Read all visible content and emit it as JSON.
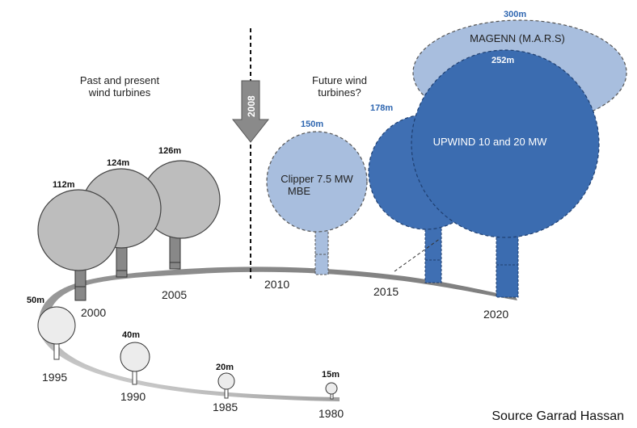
{
  "headings": {
    "past_line1": "Past and present",
    "past_line2": "wind turbines",
    "future_line1": "Future wind",
    "future_line2": "turbines?"
  },
  "divider_year": "2008",
  "timeline_years": [
    "1980",
    "1985",
    "1990",
    "1995",
    "2000",
    "2005",
    "2010",
    "2015",
    "2020"
  ],
  "turbines": [
    {
      "year": "1980",
      "diameter": "15m"
    },
    {
      "year": "1985",
      "diameter": "20m"
    },
    {
      "year": "1990",
      "diameter": "40m"
    },
    {
      "year": "1995",
      "diameter": "50m"
    },
    {
      "year": "2000",
      "diameter": "112m"
    },
    {
      "year": "2003",
      "diameter": "124m"
    },
    {
      "year": "2005",
      "diameter": "126m"
    },
    {
      "year": "2010",
      "diameter": "150m",
      "name_line1": "Clipper 7.5 MW",
      "name_line2": "MBE"
    },
    {
      "year": "2015",
      "diameter": "178m"
    },
    {
      "year": "2020",
      "diameter": "252m",
      "name": "UPWIND 10 and 20 MW"
    },
    {
      "year": "2020",
      "diameter": "300m",
      "name": "MAGENN (M.A.R.S)"
    }
  ],
  "colors": {
    "past_fill": "#bdbdbd",
    "early_fill": "#ececec",
    "future_light": "#a8bede",
    "future_mid": "#3f6fb3",
    "future_dark": "#3b6cb0",
    "future_label": "#2e66b0",
    "arrow": "#8a8a8a"
  },
  "source": "Source Garrad Hassan"
}
